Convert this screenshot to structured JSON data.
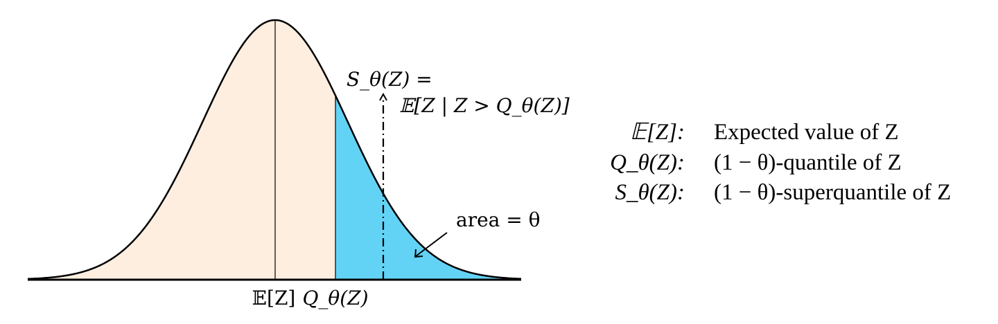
{
  "diagram": {
    "colors": {
      "body_fill": "#fdeee0",
      "tail_fill": "#63d3f5",
      "stroke": "#000000"
    },
    "curve_labels": {
      "mean": "𝔼[Z]",
      "quantile": "Q_θ(Z)",
      "superquantile_line1": "S_θ(Z) =",
      "superquantile_line2": "𝔼[Z | Z > Q_θ(Z)]",
      "area": "area = θ"
    },
    "legend": [
      {
        "symbol": "𝔼[Z]:",
        "description": "Expected value of Z"
      },
      {
        "symbol": "Q_θ(Z):",
        "description": "(1 − θ)-quantile of Z"
      },
      {
        "symbol": "S_θ(Z):",
        "description": "(1 − θ)-superquantile of Z"
      }
    ]
  }
}
